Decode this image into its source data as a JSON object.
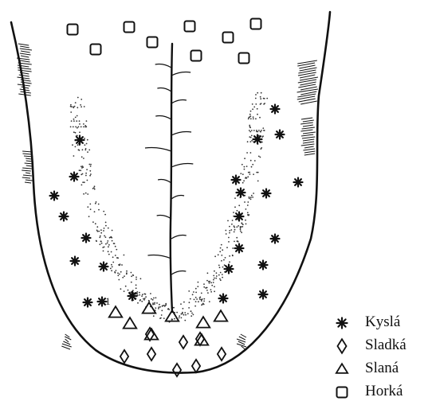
{
  "diagram": {
    "subject": "tongue taste regions",
    "legend": [
      {
        "id": "kysla",
        "symbol": "asterisk",
        "label": "Kyslá"
      },
      {
        "id": "sladka",
        "symbol": "diamond",
        "label": "Sladká"
      },
      {
        "id": "slana",
        "symbol": "triangle",
        "label": "Slaná"
      },
      {
        "id": "horka",
        "symbol": "square",
        "label": "Horká"
      }
    ],
    "colors": {
      "ink": "#111111",
      "background": "#ffffff",
      "stipple": "#333333"
    }
  }
}
